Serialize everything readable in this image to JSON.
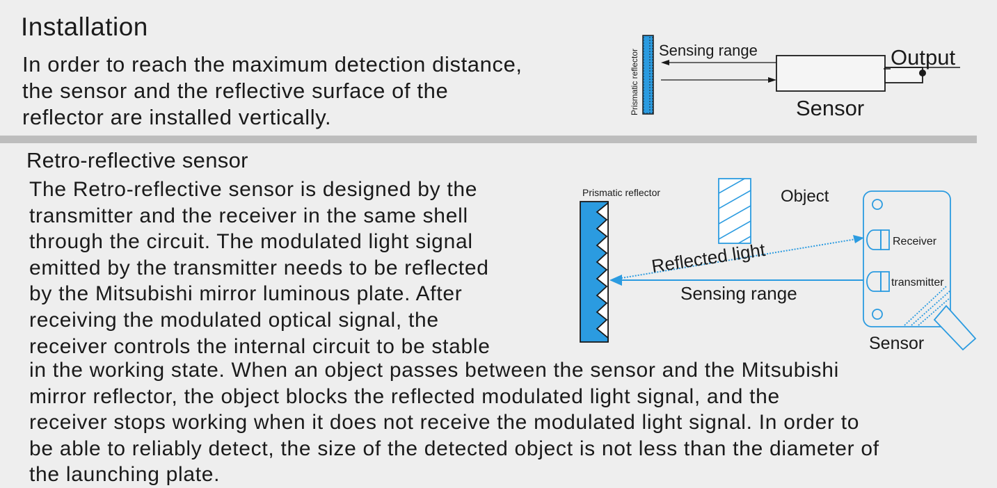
{
  "installation": {
    "title": "Installation",
    "lines": [
      "In order to reach the maximum detection distance,",
      "the sensor and the reflective surface of the",
      "reflector are installed vertically."
    ]
  },
  "installation_diagram": {
    "reflector_label": "Prismatic reflector",
    "range_label": "Sensing range",
    "output_label": "Output",
    "sensor_label": "Sensor"
  },
  "retro": {
    "title": "Retro-reflective sensor",
    "lines_wrapped": [
      "The Retro-reflective sensor is designed by the",
      "transmitter and the receiver in the same shell",
      "through the circuit. The modulated light signal",
      "emitted by the transmitter needs to be reflected",
      "by the Mitsubishi mirror luminous plate. After",
      "receiving the modulated optical signal, the",
      "receiver controls the internal circuit to be stable"
    ],
    "lines_full": [
      "in the working state. When an object passes between the sensor and the Mitsubishi",
      "mirror reflector, the object blocks the reflected modulated light signal, and the",
      "receiver stops working when it does not receive the modulated light signal. In order to",
      "be able to reliably detect, the size of the detected object is not less than the diameter of",
      "the launching plate."
    ]
  },
  "retro_diagram": {
    "reflector_label": "Prismatic reflector",
    "object_label": "Object",
    "reflected_label": "Reflected light",
    "range_label": "Sensing range",
    "receiver_label": "Receiver",
    "transmitter_label": "transmitter",
    "sensor_label": "Sensor"
  },
  "colors": {
    "reflector_blue": "#2b9be0",
    "line_blue": "#2b9be0",
    "divider": "#bdbdbd",
    "text": "#1a1a1a"
  }
}
